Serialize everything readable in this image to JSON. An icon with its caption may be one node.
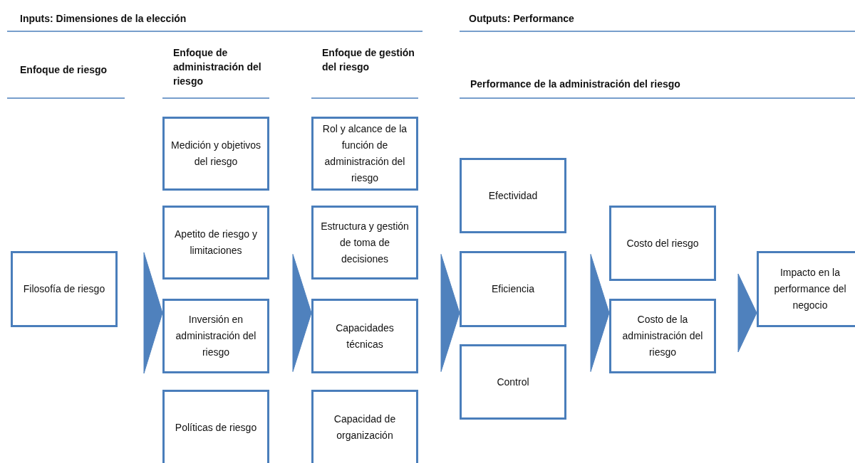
{
  "diagram": {
    "nodes": [
      {
        "text": [
          "Filosofía de riesgo"
        ]
      },
      {
        "text": [
          "Medición y objetivos del riesgo"
        ]
      },
      {
        "text": [
          "Apetito de riesgo y limitaciones"
        ]
      },
      {
        "text": [
          "Inversión en administración del riesgo"
        ]
      },
      {
        "text": [
          "Políticas de riesgo"
        ]
      },
      {
        "text": [
          "Rol y alcance de la función de administración del riesgo"
        ]
      },
      {
        "text": [
          "Estructura y gestión de toma de decisiones"
        ]
      },
      {
        "text": [
          "Capacidades técnicas"
        ]
      },
      {
        "text": [
          "Capacidad de organización"
        ]
      },
      {
        "text": [
          "Efectividad"
        ]
      },
      {
        "text": [
          "Eficiencia"
        ]
      },
      {
        "text": [
          "Control"
        ]
      },
      {
        "text": [
          "Costo del riesgo"
        ]
      },
      {
        "text": [
          "Costo de la administración del riesgo"
        ]
      },
      {
        "text": [
          "Impacto en la performance del negocio"
        ]
      }
    ],
    "edges": [
      {
        "from": 0,
        "to": 3,
        "arrow": "to"
      },
      {
        "from": 3,
        "to": 7,
        "arrow": "to"
      },
      {
        "from": 7,
        "to": 10,
        "arrow": "to"
      },
      {
        "from": 10,
        "to": 13,
        "arrow": "to"
      },
      {
        "from": 13,
        "to": 14,
        "arrow": "to"
      }
    ],
    "labels": [
      "Inputs: Dimensiones de la elección",
      "Outputs: Performance",
      "Enfoque de riesgo",
      "Enfoque de administración del riesgo",
      "Enfoque de gestión del riesgo",
      "Performance de la administración del riesgo"
    ]
  }
}
